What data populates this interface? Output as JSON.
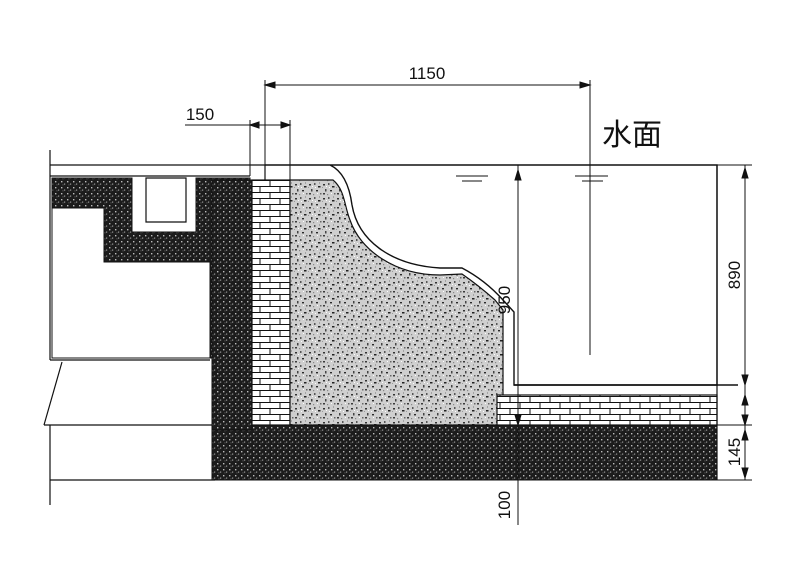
{
  "diagram": {
    "labels": {
      "water_surface": "水面"
    },
    "dimensions": {
      "top_width": "1150",
      "wall_width": "150",
      "inner_depth": "950",
      "water_depth": "890",
      "base_thickness": "145",
      "floor_offset": "100"
    },
    "materials": {
      "brick_wall": "brick",
      "rubble_fill": "stone-fill",
      "concrete_base": "concrete"
    },
    "colors": {
      "line": "#111111",
      "hatch_dark": "#1a1a1a",
      "brick_fill": "#ffffff",
      "rubble_bg": "#c9c9c9"
    }
  }
}
